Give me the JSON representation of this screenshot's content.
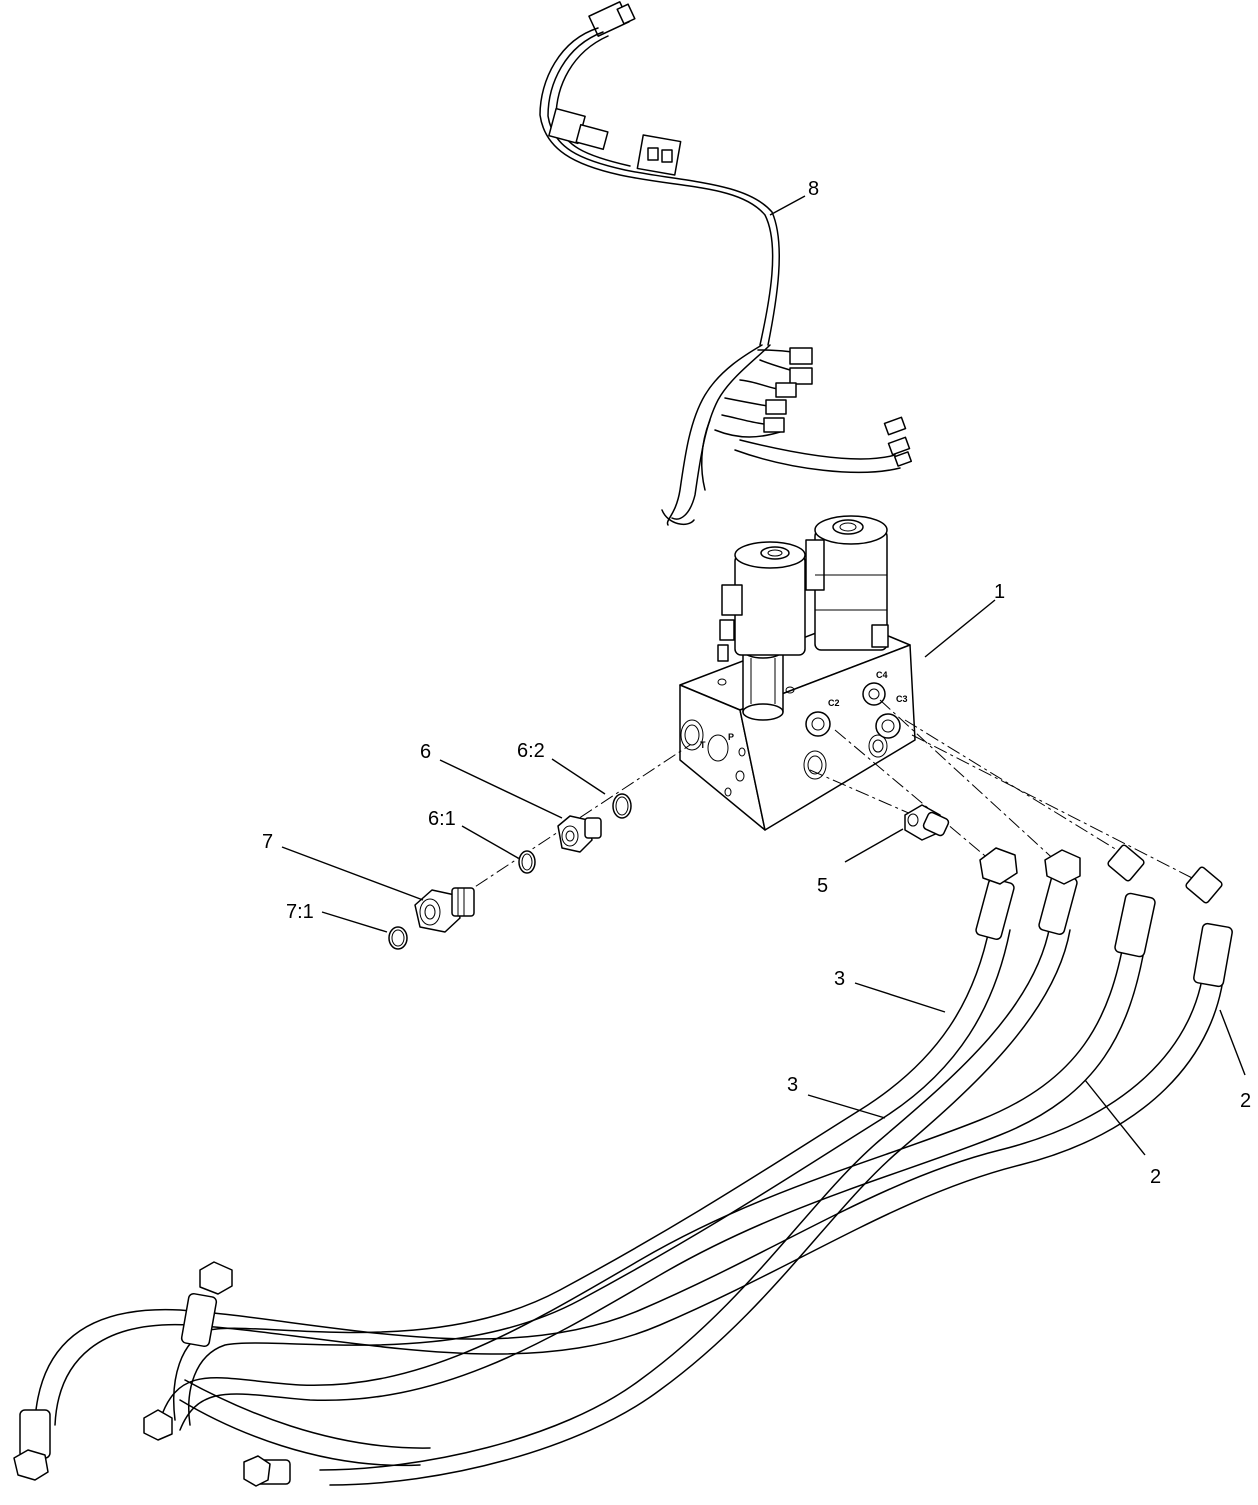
{
  "callouts": {
    "c1": "1",
    "c2a": "2",
    "c2b": "2",
    "c3a": "3",
    "c3b": "3",
    "c5": "5",
    "c6": "6",
    "c6_1": "6:1",
    "c6_2": "6:2",
    "c7": "7",
    "c7_1": "7:1",
    "c8": "8"
  },
  "port_marks": {
    "c2": "C2",
    "c3": "C3",
    "c4": "C4",
    "t": "T",
    "p": "P"
  }
}
